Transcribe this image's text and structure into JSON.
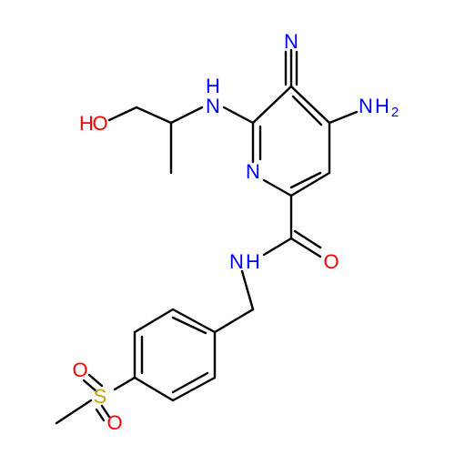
{
  "colors": {
    "carbon": "#000000",
    "nitrogen": "#0000ff",
    "oxygen": "#ff0000",
    "sulfur": "#c8a000",
    "background": "#ffffff"
  },
  "labels": {
    "nitrile_n": "N",
    "amine_nh": "N",
    "amine_h": "H",
    "ho_h": "H",
    "ho_o": "O",
    "nh2_n": "N",
    "nh2_h": "H",
    "nh2_sub": "2",
    "ring_n": "N",
    "amide_o": "O",
    "amide_n": "N",
    "amide_h": "H",
    "sulfonyl_o_top": "O",
    "sulfonyl_s": "S",
    "sulfonyl_o_bottom": "O"
  }
}
